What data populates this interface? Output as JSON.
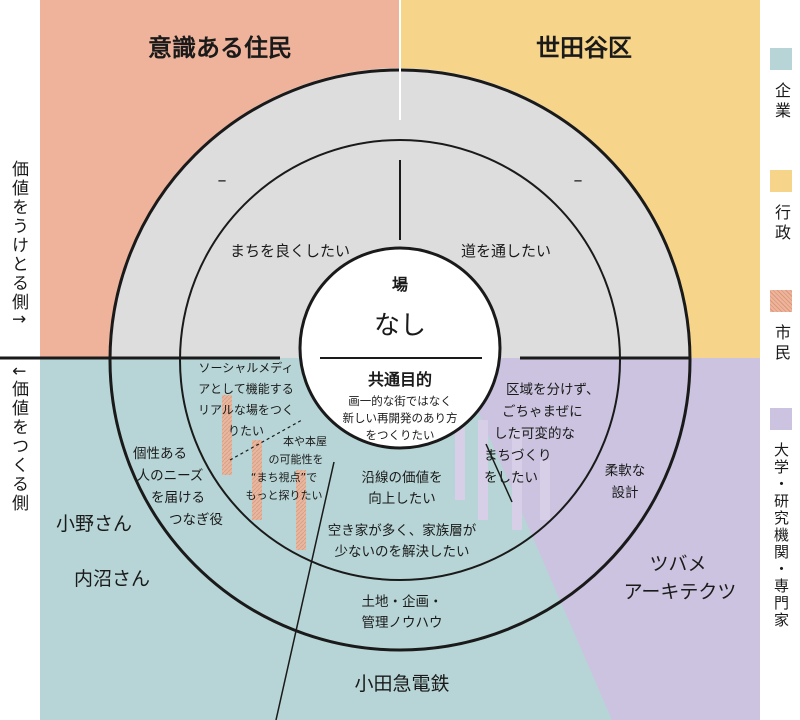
{
  "colors": {
    "resident": "#eeb39a",
    "setagaya": "#f6d48a",
    "company": "#b7d5d6",
    "academia": "#cbc3df",
    "outer_ring": "#dddddd",
    "line": "#1a1a1a"
  },
  "quadrants": {
    "top_left": "意識ある住民",
    "top_right": "世田谷区"
  },
  "side_labels": {
    "receive": "価値をうけとる側↑",
    "create": "↓価値をつくる側"
  },
  "legend": [
    {
      "label": "企業",
      "color": "#b7d5d6",
      "pattern": "solid"
    },
    {
      "label": "行政",
      "color": "#f6d48a",
      "pattern": "solid"
    },
    {
      "label": "市民",
      "color": "#eeb39a",
      "pattern": "hatch"
    },
    {
      "label": "大学・研究機関・専門家",
      "color": "#cbc3df",
      "pattern": "solid"
    }
  ],
  "center": {
    "title": "場",
    "value": "なし",
    "purpose_title": "共通目的",
    "purpose_lines": [
      "画一的な街ではなく",
      "新しい再開発のあり方",
      "をつくりたい"
    ]
  },
  "upper": {
    "dash_left": "–",
    "dash_right": "–",
    "left_text": "まちを良くしたい",
    "right_text": "道を通したい"
  },
  "lower": {
    "social_lines": [
      "ソーシャルメディ",
      "アとして機能する",
      "リアルな場をつく",
      "りたい"
    ],
    "bookstore_lines": [
      "本や本屋",
      "の可能性を",
      "“まち視点”で",
      "もっと探りたい"
    ],
    "connector_lines": [
      "個性ある",
      "人のニーズ",
      "を届ける",
      "つなぎ役"
    ],
    "railway_value_lines": [
      "沿線の価値を",
      "向上したい"
    ],
    "vacant_lines": [
      "空き家が多く、家族層が",
      "少ないのを解決したい"
    ],
    "land_lines": [
      "土地・企画・",
      "管理ノウハウ"
    ],
    "design_value_lines": [
      "区域を分けず、",
      "ごちゃまぜに",
      "した可変的な",
      "まちづくり",
      "をしたい"
    ],
    "flexible_lines": [
      "柔軟な",
      "設計"
    ]
  },
  "actors": {
    "ono": "小野さん",
    "uchinuma": "内沼さん",
    "odakyu": "小田急電鉄",
    "tsubame_lines": [
      "ツバメ",
      "アーキテクツ"
    ]
  }
}
